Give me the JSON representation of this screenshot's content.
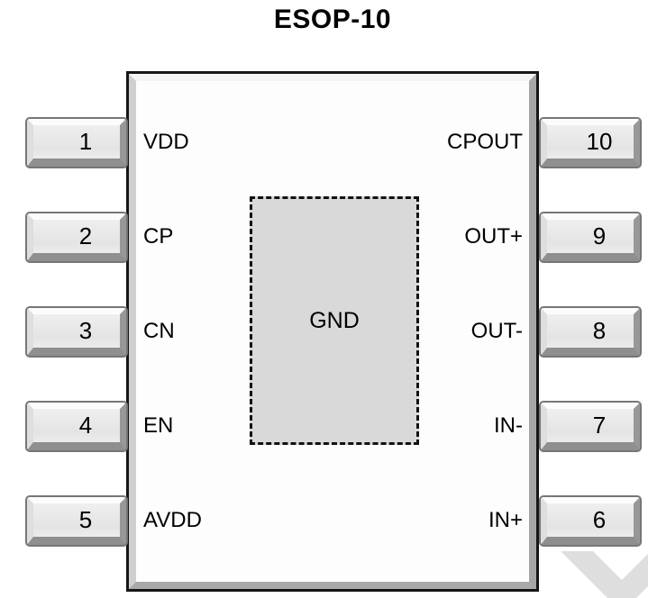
{
  "title": "ESOP-10",
  "center_pad": {
    "label": "GND"
  },
  "pins": {
    "left": [
      {
        "number": "1",
        "name": "VDD"
      },
      {
        "number": "2",
        "name": "CP"
      },
      {
        "number": "3",
        "name": "CN"
      },
      {
        "number": "4",
        "name": "EN"
      },
      {
        "number": "5",
        "name": "AVDD"
      }
    ],
    "right": [
      {
        "number": "10",
        "name": "CPOUT"
      },
      {
        "number": "9",
        "name": "OUT+"
      },
      {
        "number": "8",
        "name": "OUT-"
      },
      {
        "number": "7",
        "name": "IN-"
      },
      {
        "number": "6",
        "name": "IN+"
      }
    ]
  },
  "colors": {
    "background": "#ffffff",
    "text": "#000000",
    "ic_border": "#161616",
    "ic_fill": "#fdfdfd",
    "pad_fill": "#d9d9d9",
    "pin_face": "#e9e9e9",
    "watermark": "#dedede"
  }
}
